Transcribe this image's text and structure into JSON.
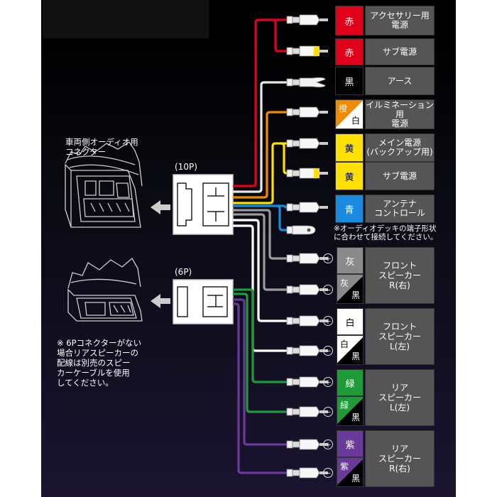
{
  "labels": {
    "vehicle_connector": "車両側オーディオ用\nコネクター",
    "p10": "(10P)",
    "p6": "(6P)",
    "note_6p": "※ 6Pコネクターがない\n  場合リアスピーカーの\n  配線は別売のスピー\n  カーケーブルを使用\n  してください。",
    "note_antenna": "※オーディオデッキの端子形状\nに合わせて接続してください。"
  },
  "rows": [
    {
      "color": "赤",
      "name": "アクセサリー用\n電源",
      "fill": "#e0001a",
      "text": "#ffffff"
    },
    {
      "color": "赤",
      "name": "サブ電源",
      "fill": "#e0001a",
      "text": "#ffffff"
    },
    {
      "color": "黒",
      "name": "アース",
      "fill": "#000000",
      "text": "#ffffff"
    },
    {
      "color": "橙",
      "color2": "白",
      "name": "イルミネーション用\n電源",
      "fill": "#f08a00",
      "text": "#ffffff"
    },
    {
      "color": "黄",
      "name": "メイン電源\n(バックアップ用)",
      "fill": "#ffe000",
      "text": "#000000"
    },
    {
      "color": "黄",
      "name": "サブ電源",
      "fill": "#ffe000",
      "text": "#000000"
    },
    {
      "color": "青",
      "name": "アンテナ\nコントロール",
      "fill": "#1a8ae0",
      "text": "#ffffff"
    }
  ],
  "speaker_groups": [
    {
      "name": "フロント\nスピーカー\nR(右)",
      "plus": "灰",
      "minus": "灰",
      "minus2": "黒",
      "fill": "#8a8a8a"
    },
    {
      "name": "フロント\nスピーカー\nL(左)",
      "plus": "白",
      "minus": "白",
      "minus2": "黒",
      "fill": "#ffffff"
    },
    {
      "name": "リア\nスピーカー\nL(左)",
      "plus": "緑",
      "minus": "緑",
      "minus2": "黒",
      "fill": "#1f9a3a"
    },
    {
      "name": "リア\nスピーカー\nR(右)",
      "plus": "紫",
      "minus": "紫",
      "minus2": "黒",
      "fill": "#6a3a9a"
    }
  ],
  "symbols": {
    "plus": "+",
    "minus": "−"
  },
  "wire_colors": {
    "red": "#e0001a",
    "black": "#e8e8e8",
    "orange": "#f08a00",
    "yellow": "#ffe000",
    "blue": "#1a8ae0",
    "gray": "#9a9a9a",
    "white": "#ffffff",
    "green": "#1f9a3a",
    "purple": "#6a3a9a"
  }
}
